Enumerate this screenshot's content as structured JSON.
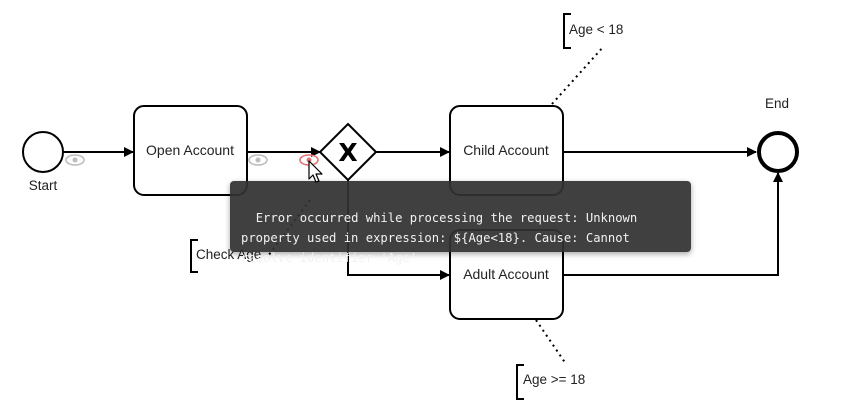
{
  "diagram": {
    "start_event": {
      "label": "Start"
    },
    "end_event": {
      "label": "End"
    },
    "tasks": {
      "open_account": "Open Account",
      "child_account": "Child Account",
      "adult_account": "Adult Account"
    },
    "gateway": {
      "marker": "X",
      "annotation": "Check Age"
    },
    "conditions": {
      "child": "Age < 18",
      "adult": "Age >= 18"
    },
    "icons": [
      "eye-icon",
      "eye-icon",
      "eye-icon-error",
      "cursor-icon"
    ],
    "colors": {
      "stroke": "#000000",
      "error_eye": "#e57373",
      "eye": "#bdbdbd",
      "tooltip_bg": "#323232"
    }
  },
  "tooltip": {
    "message": "Error occurred while processing the request: Unknown property used in expression: ${Age<18}. Cause: Cannot resolve identifier 'Age'"
  }
}
